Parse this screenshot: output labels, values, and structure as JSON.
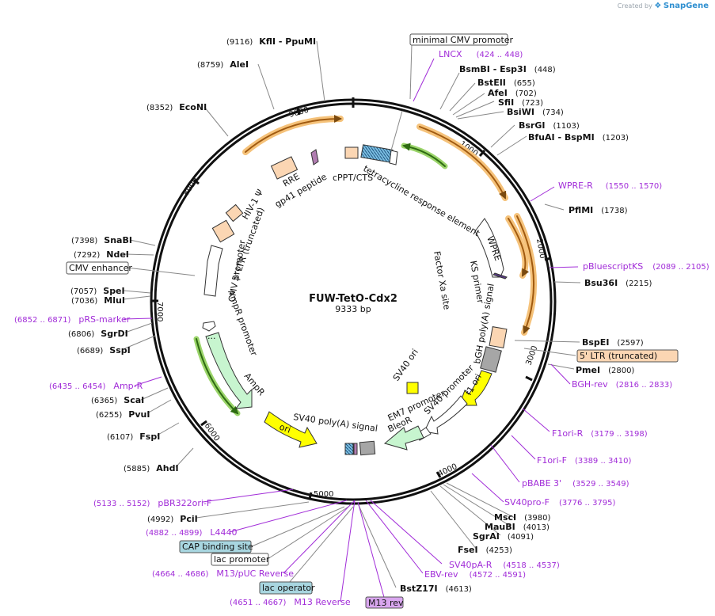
{
  "watermark": {
    "prefix": "Created by",
    "brand": "SnapGene"
  },
  "map": {
    "title": "FUW-TetO-Cdx2",
    "length": "9333 bp"
  },
  "ticks": [
    "1000",
    "2000",
    "3000",
    "4000",
    "5000",
    "6000",
    "7000",
    "8000",
    "9000"
  ],
  "sites_right": [
    {
      "name": "BsmBI",
      "alt": "Esp3I",
      "pos": "(448)"
    },
    {
      "name": "BstEII",
      "pos": "(655)"
    },
    {
      "name": "AfeI",
      "pos": "(702)"
    },
    {
      "name": "SfiI",
      "pos": "(723)"
    },
    {
      "name": "BsiWI",
      "pos": "(734)"
    },
    {
      "name": "BsrGI",
      "pos": "(1103)"
    },
    {
      "name": "BfuAI",
      "alt": "BspMI",
      "pos": "(1203)"
    },
    {
      "name": "PflMI",
      "pos": "(1738)"
    },
    {
      "name": "Bsu36I",
      "pos": "(2215)"
    },
    {
      "name": "BspEI",
      "pos": "(2597)"
    },
    {
      "name": "PmeI",
      "pos": "(2800)"
    },
    {
      "name": "MscI",
      "pos": "(3980)"
    },
    {
      "name": "MauBI",
      "pos": "(4013)"
    },
    {
      "name": "SgrAI",
      "pos": "(4091)"
    },
    {
      "name": "FseI",
      "pos": "(4253)"
    },
    {
      "name": "BstZ17I",
      "pos": "(4613)"
    }
  ],
  "sites_left": [
    {
      "name": "KflI",
      "alt": "PpuMI",
      "pos": "(9116)"
    },
    {
      "name": "AleI",
      "pos": "(8759)"
    },
    {
      "name": "EcoNI",
      "pos": "(8352)"
    },
    {
      "name": "SnaBI",
      "pos": "(7398)"
    },
    {
      "name": "NdeI",
      "pos": "(7292)"
    },
    {
      "name": "SpeI",
      "pos": "(7057)"
    },
    {
      "name": "MluI",
      "pos": "(7036)"
    },
    {
      "name": "SgrDI",
      "pos": "(6806)"
    },
    {
      "name": "SspI",
      "pos": "(6689)"
    },
    {
      "name": "ScaI",
      "pos": "(6365)"
    },
    {
      "name": "PvuI",
      "pos": "(6255)"
    },
    {
      "name": "FspI",
      "pos": "(6107)"
    },
    {
      "name": "AhdI",
      "pos": "(5885)"
    },
    {
      "name": "PciI",
      "pos": "(4992)"
    }
  ],
  "primers": [
    {
      "name": "LNCX",
      "pos": "(424 .. 448)"
    },
    {
      "name": "WPRE-R",
      "pos": "(1550 .. 1570)"
    },
    {
      "name": "pBluescriptKS",
      "pos": "(2089 .. 2105)"
    },
    {
      "name": "BGH-rev",
      "pos": "(2816 .. 2833)"
    },
    {
      "name": "F1ori-R",
      "pos": "(3179 .. 3198)"
    },
    {
      "name": "F1ori-F",
      "pos": "(3389 .. 3410)"
    },
    {
      "name": "pBABE 3'",
      "pos": "(3529 .. 3549)"
    },
    {
      "name": "SV40pro-F",
      "pos": "(3776 .. 3795)"
    },
    {
      "name": "SV40pA-R",
      "pos": "(4518 .. 4537)"
    },
    {
      "name": "EBV-rev",
      "pos": "(4572 .. 4591)"
    },
    {
      "name": "pRS-marker",
      "pos": "(6852 .. 6871)"
    },
    {
      "name": "Amp-R",
      "pos": "(6435 .. 6454)"
    },
    {
      "name": "pBR322ori-F",
      "pos": "(5133 .. 5152)"
    },
    {
      "name": "L4440",
      "pos": "(4882 .. 4899)"
    },
    {
      "name": "M13/pUC Reverse",
      "pos": "(4664 .. 4686)"
    },
    {
      "name": "M13 Reverse",
      "pos": "(4651 .. 4667)"
    }
  ],
  "boxed": {
    "minimal_cmv": "minimal CMV promoter",
    "five_ltr": "5' LTR (truncated)",
    "cmv_enhancer": "CMV enhancer",
    "cap_site": "CAP binding site",
    "lac_promoter": "lac promoter",
    "lac_operator": "lac operator",
    "m13_rev": "M13 rev"
  },
  "features": {
    "tre": "tetracycline response element",
    "cppt": "cPPT/CTS",
    "rre": "RRE",
    "gp41": "gp41 peptide",
    "hiv": "HIV-1 Ψ",
    "ltr5": "5' LTR (truncated)",
    "cmvp": "CMV promoter",
    "ampr_p": "AmpR promoter",
    "ampr": "AmpR",
    "ori": "ori",
    "sv40pa": "SV40 poly(A) signal",
    "wpre": "WPRE",
    "ks": "KS primer",
    "fxa": "Factor Xa site",
    "bgh": "bGH poly(A) signal",
    "sv40ori": "SV40 ori",
    "f1ori": "f1 ori",
    "sv40p": "SV40 promoter",
    "em7": "EM7 promoter",
    "bleor": "BleoR",
    "dots": "..."
  },
  "colors": {
    "backbone": "#111111",
    "orf": "#f5b55b",
    "orf_border": "#c47d1a",
    "green_arrow": "#79b83a",
    "primer": "#a12cd8",
    "ori_yellow": "#ffff00",
    "ampr_fill": "#c7f5cf",
    "ltr_fill": "#fbd6b3",
    "gray_feature": "#a6a6a6"
  }
}
